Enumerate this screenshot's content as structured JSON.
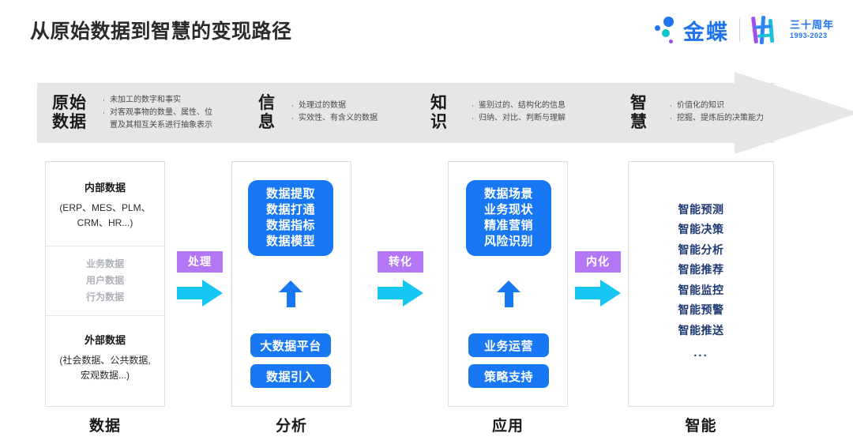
{
  "header": {
    "title": "从原始数据到智慧的变现路径",
    "logo": {
      "brand": "金蝶",
      "anniversary_cn": "三十周年",
      "anniversary_years": "1993-2023",
      "dot_colors": [
        "#1f73ee",
        "#1f73ee",
        "#0ec6c6",
        "#9a4ee0"
      ],
      "brand_color": "#1f73ee"
    }
  },
  "banner": {
    "background": "#e6e6e6",
    "stages": [
      {
        "name_line1": "原始",
        "name_line2": "数据",
        "bullets": [
          "未加工的数字和事实",
          "对客观事物的数量、属性、位",
          "置及其相互关系进行抽象表示"
        ]
      },
      {
        "name_line1": "信",
        "name_line2": "息",
        "bullets": [
          "处理过的数据",
          "实效性、有含义的数据"
        ]
      },
      {
        "name_line1": "知",
        "name_line2": "识",
        "bullets": [
          "鉴别过的、结构化的信息",
          "归纳、对比、判断与理解"
        ]
      },
      {
        "name_line1": "智",
        "name_line2": "慧",
        "bullets": [
          "价值化的知识",
          "挖掘、提炼后的决策能力"
        ]
      }
    ]
  },
  "columns": [
    {
      "footer_label": "数据",
      "internal_heading": "内部数据",
      "internal_detail_line1": "(ERP、MES、PLM、",
      "internal_detail_line2": "CRM、HR...)",
      "middle_items": [
        "业务数据",
        "用户数据",
        "行为数据"
      ],
      "external_heading": "外部数据",
      "external_detail_line1": "(社会数据、公共数据,",
      "external_detail_line2": "宏观数据...)"
    },
    {
      "footer_label": "分析",
      "card_items": [
        "数据提取",
        "数据打通",
        "数据指标",
        "数据模型"
      ],
      "pills": [
        "大数据平台",
        "数据引入"
      ]
    },
    {
      "footer_label": "应用",
      "card_items": [
        "数据场景",
        "业务现状",
        "精准营销",
        "风险识别"
      ],
      "pills": [
        "业务运营",
        "策略支持"
      ]
    },
    {
      "footer_label": "智能",
      "items": [
        "智能预测",
        "智能决策",
        "智能分析",
        "智能推荐",
        "智能监控",
        "智能预警",
        "智能推送"
      ],
      "ellipsis": "..."
    }
  ],
  "connectors": [
    {
      "label": "处理"
    },
    {
      "label": "转化"
    },
    {
      "label": "内化"
    }
  ],
  "palette": {
    "blue": "#1877f2",
    "purple_badge": "#b476f5",
    "cyan_arrow": "#16c6f2",
    "navy_text": "#1f3a73",
    "gray_text": "#aeb2b8"
  }
}
